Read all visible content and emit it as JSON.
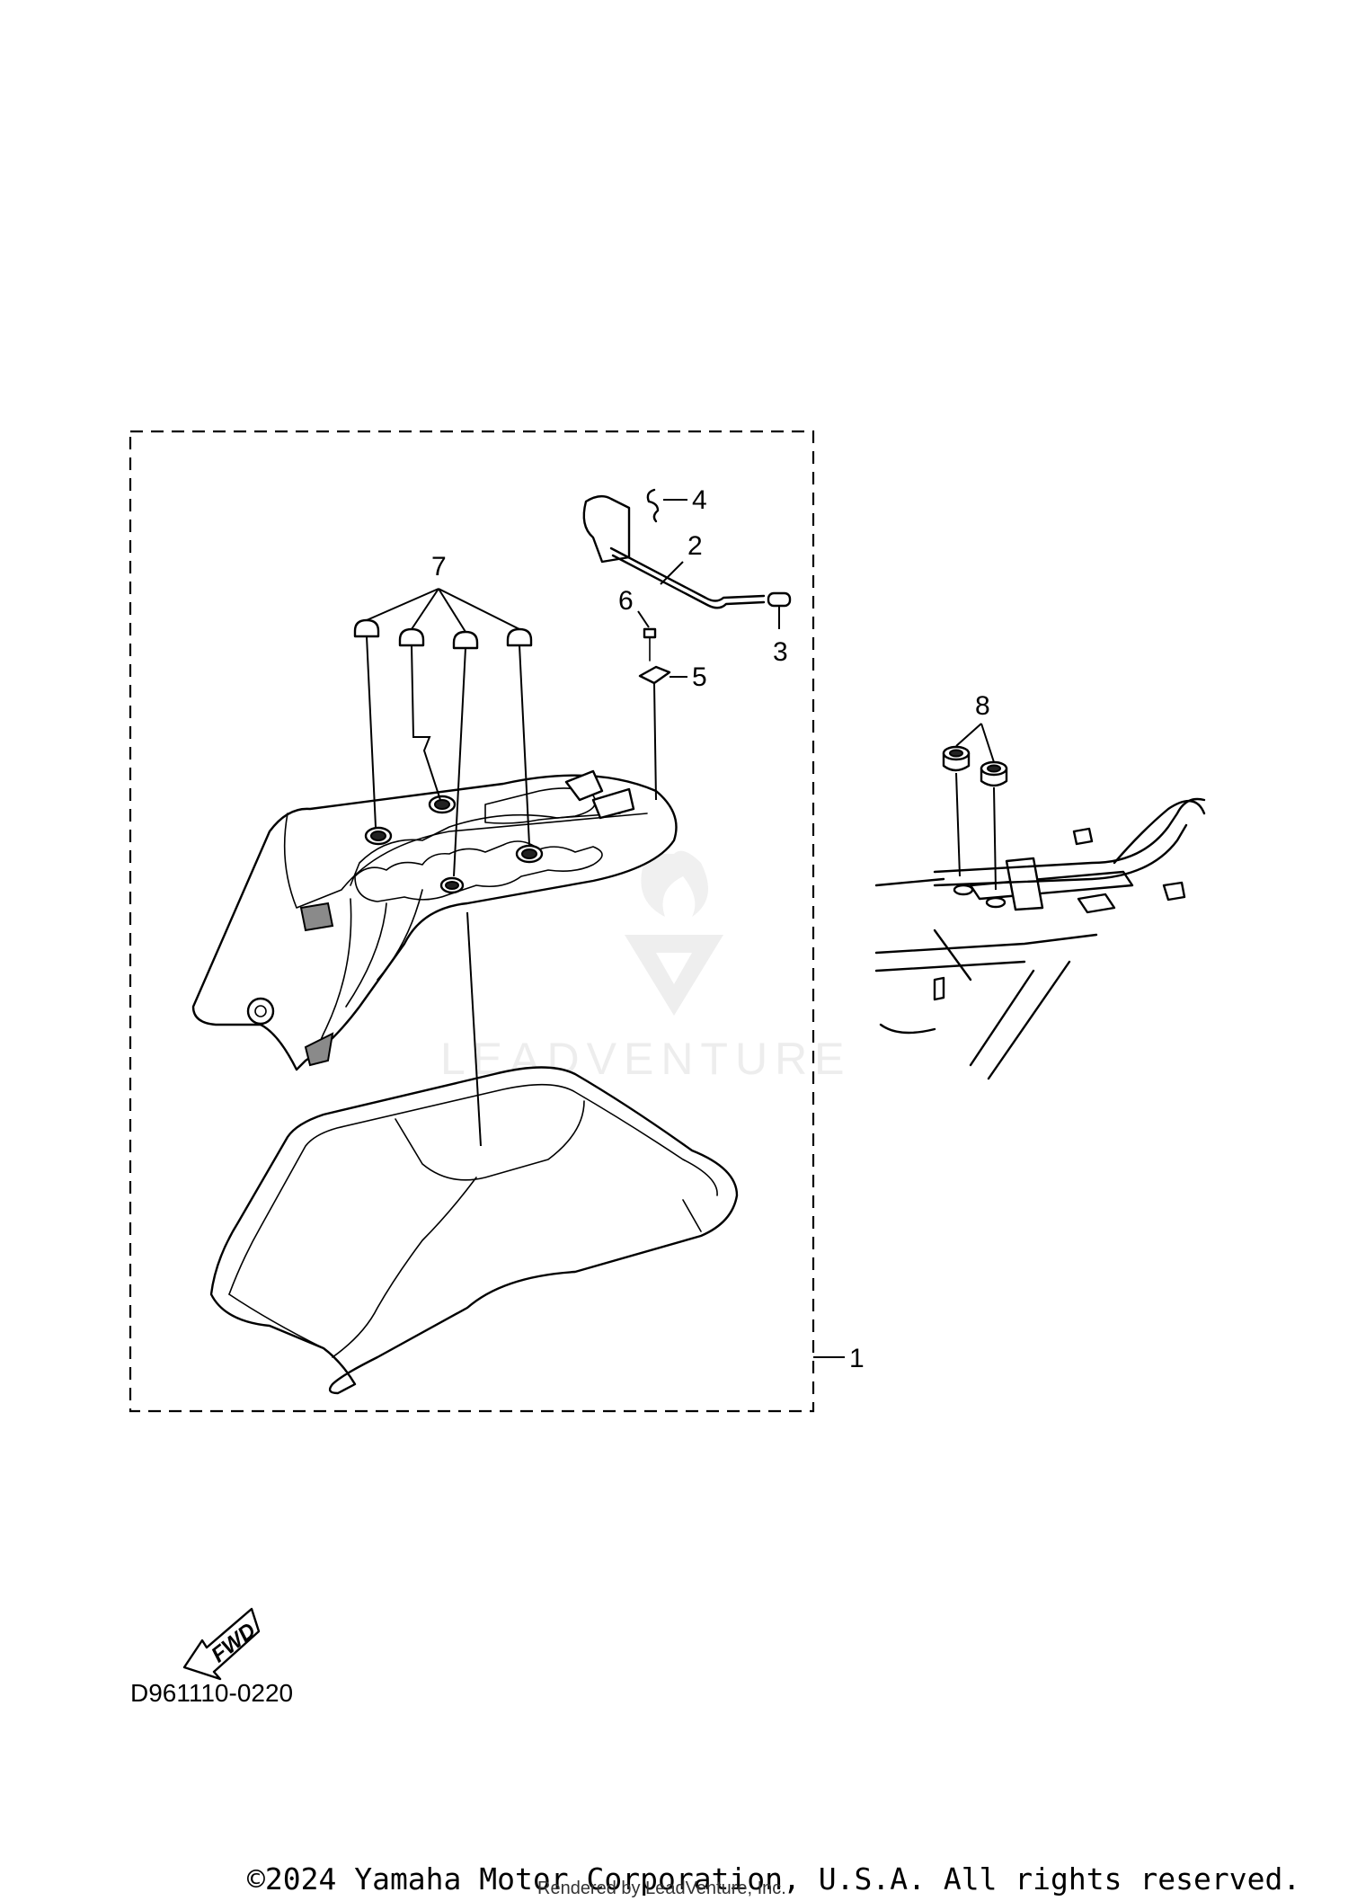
{
  "callouts": [
    {
      "label": "1"
    },
    {
      "label": "2"
    },
    {
      "label": "3"
    },
    {
      "label": "4"
    },
    {
      "label": "5"
    },
    {
      "label": "6"
    },
    {
      "label": "7"
    },
    {
      "label": "8"
    }
  ],
  "diagram_code": "D961110-0220",
  "direction_badge": "FWD",
  "watermark": "LEADVENTURE",
  "copyright": "©2024 Yamaha Motor Corporation, U.S.A. All rights reserved.",
  "rendered_by": "Rendered by LeadVenture, Inc."
}
